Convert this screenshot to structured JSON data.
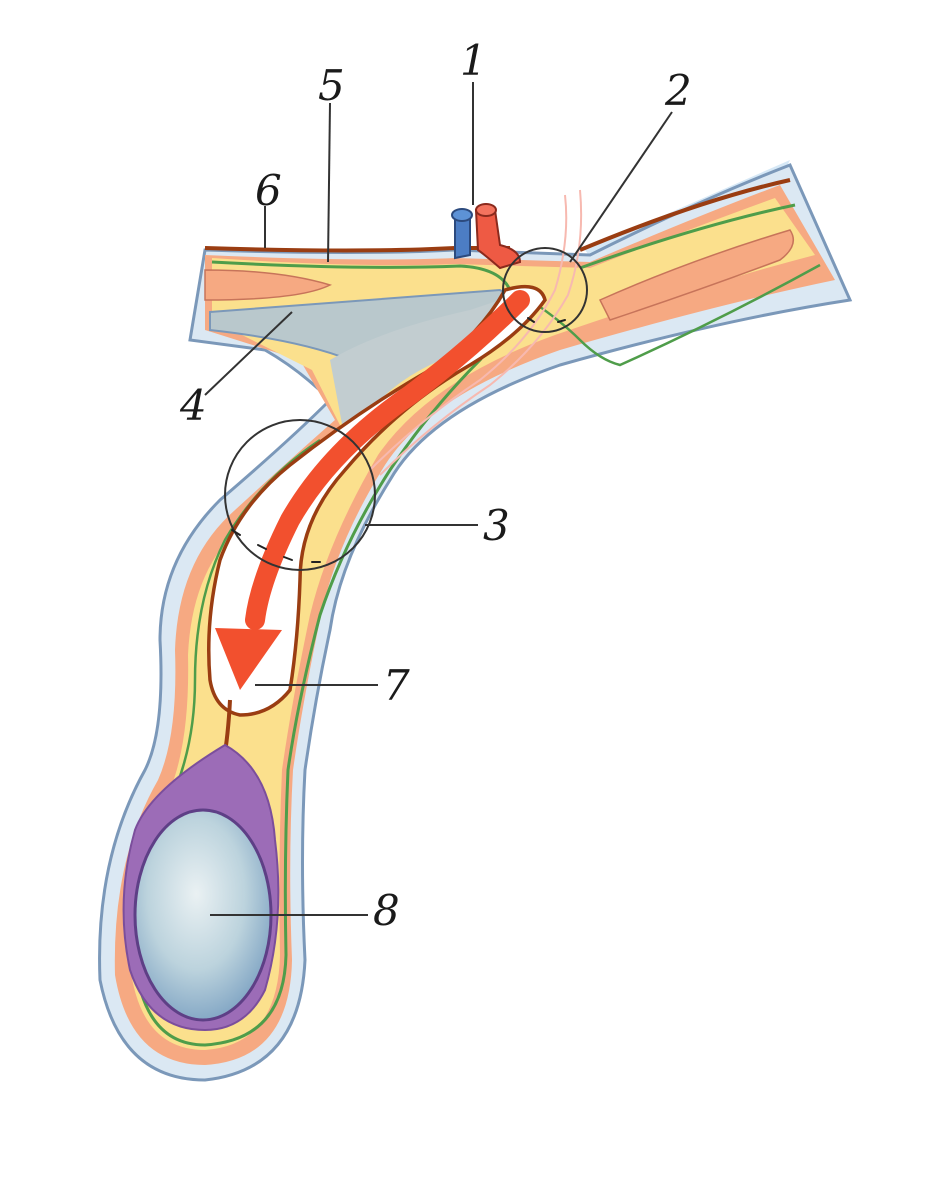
{
  "labels": [
    {
      "id": "1",
      "text": "1"
    },
    {
      "id": "2",
      "text": "2"
    },
    {
      "id": "3",
      "text": "3"
    },
    {
      "id": "4",
      "text": "4"
    },
    {
      "id": "5",
      "text": "5"
    },
    {
      "id": "6",
      "text": "6"
    },
    {
      "id": "7",
      "text": "7"
    },
    {
      "id": "8",
      "text": "8"
    }
  ],
  "colors": {
    "skin_outer": "#9fb9d4",
    "skin_light": "#dbe8f3",
    "fat_orange": "#f6a982",
    "fascia_yellow": "#fbe08d",
    "green_layer": "#4f9d4a",
    "brown_layer": "#9a3d12",
    "red_arrow": "#f2502e",
    "pink_strand": "#f7b9b0",
    "testis_fill": "#b7d0dc",
    "tunica_purple": "#9c6cb7",
    "cavity_grey": "#b9c8cc",
    "artery_red": "#ee5a44",
    "vein_blue": "#4c7dc4",
    "background_skin": "#d6e8f6"
  }
}
